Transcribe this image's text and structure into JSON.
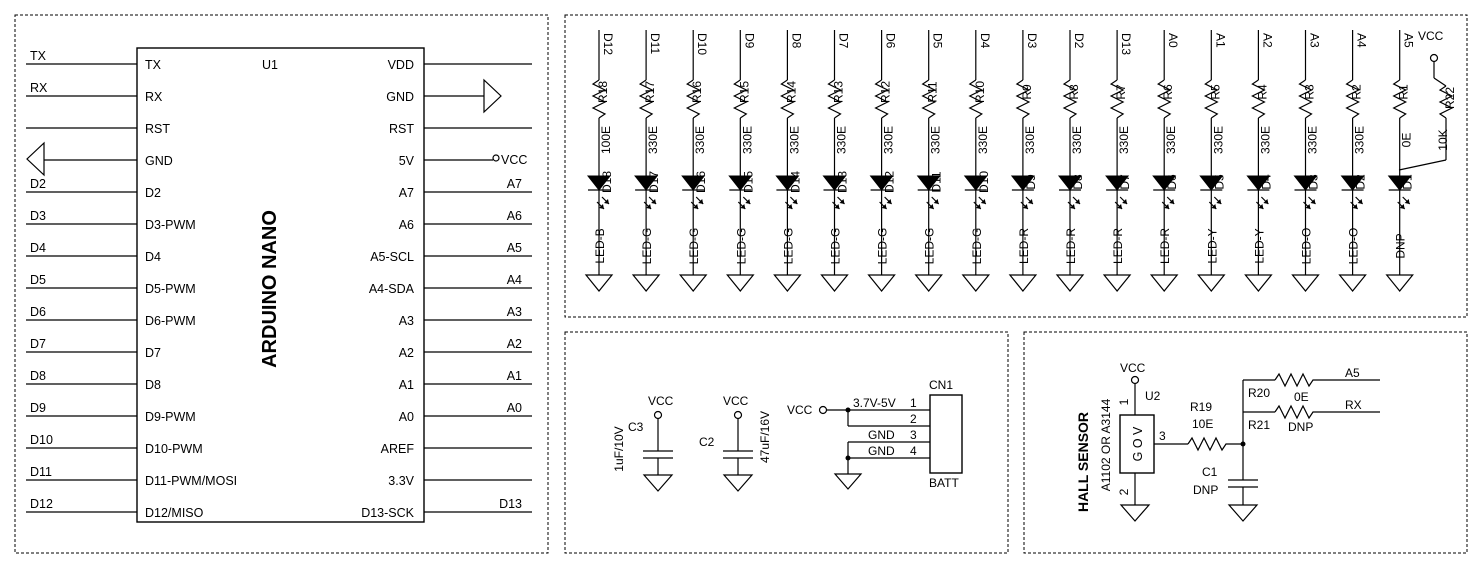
{
  "u1": {
    "ref": "U1",
    "title": "ARDUINO NANO",
    "left_pins": [
      "TX",
      "RX",
      "RST",
      "GND",
      "D2",
      "D3-PWM",
      "D4",
      "D5-PWM",
      "D6-PWM",
      "D7",
      "D8",
      "D9-PWM",
      "D10-PWM",
      "D11-PWM/MOSI",
      "D12/MISO"
    ],
    "left_nets": [
      "TX",
      "RX",
      "",
      "",
      "D2",
      "D3",
      "D4",
      "D5",
      "D6",
      "D7",
      "D8",
      "D9",
      "D10",
      "D11",
      "D12"
    ],
    "right_pins": [
      "VDD",
      "GND",
      "RST",
      "5V",
      "A7",
      "A6",
      "A5-SCL",
      "A4-SDA",
      "A3",
      "A2",
      "A1",
      "A0",
      "AREF",
      "3.3V",
      "D13-SCK"
    ],
    "right_nets": [
      "",
      "",
      "",
      "VCC",
      "A7",
      "A6",
      "A5",
      "A4",
      "A3",
      "A2",
      "A1",
      "A0",
      "",
      "",
      "D13"
    ]
  },
  "leds": [
    {
      "net": "D12",
      "res": "R18",
      "val": "100E",
      "diode": "D18",
      "color": "LED-B"
    },
    {
      "net": "D11",
      "res": "R17",
      "val": "330E",
      "diode": "D17",
      "color": "LED-G"
    },
    {
      "net": "D10",
      "res": "R16",
      "val": "330E",
      "diode": "D16",
      "color": "LED-G"
    },
    {
      "net": "D9",
      "res": "R15",
      "val": "330E",
      "diode": "D15",
      "color": "LED-G"
    },
    {
      "net": "D8",
      "res": "R14",
      "val": "330E",
      "diode": "D14",
      "color": "LED-G"
    },
    {
      "net": "D7",
      "res": "R13",
      "val": "330E",
      "diode": "D13",
      "color": "LED-G"
    },
    {
      "net": "D6",
      "res": "R12",
      "val": "330E",
      "diode": "D12",
      "color": "LED-G"
    },
    {
      "net": "D5",
      "res": "R11",
      "val": "330E",
      "diode": "D11",
      "color": "LED-G"
    },
    {
      "net": "D4",
      "res": "R10",
      "val": "330E",
      "diode": "D10",
      "color": "LED-G"
    },
    {
      "net": "D3",
      "res": "R9",
      "val": "330E",
      "diode": "D9",
      "color": "LED-R"
    },
    {
      "net": "D2",
      "res": "R8",
      "val": "330E",
      "diode": "D8",
      "color": "LED-R"
    },
    {
      "net": "D13",
      "res": "R7",
      "val": "330E",
      "diode": "D7",
      "color": "LED-R"
    },
    {
      "net": "A0",
      "res": "R6",
      "val": "330E",
      "diode": "D6",
      "color": "LED-R"
    },
    {
      "net": "A1",
      "res": "R5",
      "val": "330E",
      "diode": "D5",
      "color": "LED-Y"
    },
    {
      "net": "A2",
      "res": "R4",
      "val": "330E",
      "diode": "D4",
      "color": "LED-Y"
    },
    {
      "net": "A3",
      "res": "R3",
      "val": "330E",
      "diode": "D3",
      "color": "LED-O"
    },
    {
      "net": "A4",
      "res": "R2",
      "val": "330E",
      "diode": "D2",
      "color": "LED-O"
    },
    {
      "net": "A5",
      "res": "R1",
      "val": "0E",
      "diode": "D1",
      "color": "DNP"
    }
  ],
  "r22": {
    "net": "VCC",
    "res": "R22",
    "val": "10K"
  },
  "power": {
    "c3": {
      "ref": "C3",
      "val": "1uF/10V",
      "rail": "VCC"
    },
    "c2": {
      "ref": "C2",
      "val": "47uF/16V",
      "rail": "VCC"
    },
    "cn1": {
      "ref": "CN1",
      "name": "BATT",
      "rail": "VCC",
      "pins": [
        "1",
        "2",
        "3",
        "4"
      ],
      "labels": [
        "3.7V-5V",
        "",
        "GND",
        "GND"
      ]
    }
  },
  "hall": {
    "title": "HALL SENSOR",
    "part": "A1102 OR A3144",
    "u2": "U2",
    "rail": "VCC",
    "pins": [
      "1",
      "2",
      "3"
    ],
    "gov": "G O V",
    "r19": "R19",
    "r19_val": "10E",
    "r20": "R20",
    "r20_val": "0E",
    "r21": "R21",
    "r21_val": "DNP",
    "c1": "C1",
    "c1_val": "DNP",
    "net_a5": "A5",
    "net_rx": "RX"
  }
}
